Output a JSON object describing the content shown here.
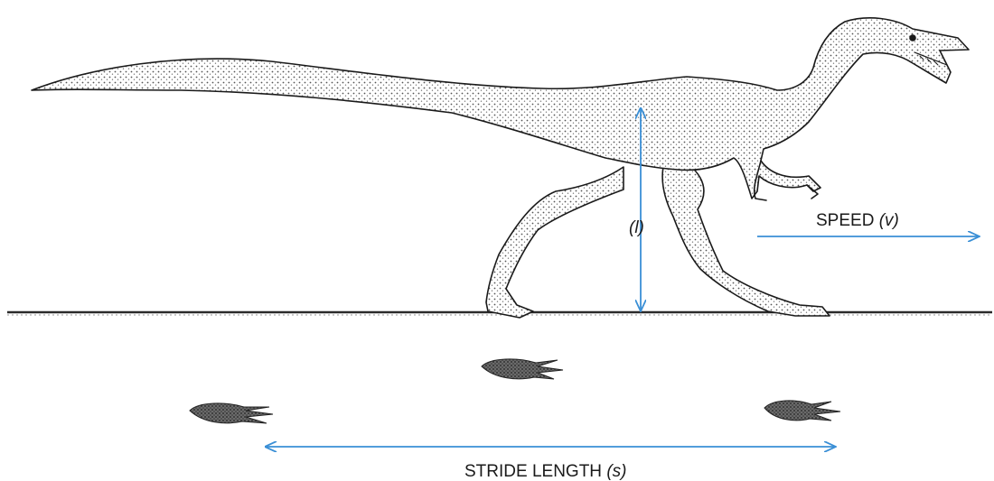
{
  "labels": {
    "leg_length": "(l)",
    "speed_text": "SPEED ",
    "speed_symbol": "(v)",
    "stride_text": "STRIDE LENGTH ",
    "stride_symbol": "(s)"
  },
  "colors": {
    "arrow": "#3a8fd6",
    "ink": "#1a1a1a",
    "ground": "#2a2a2a"
  },
  "icons": {
    "animal": "theropod-dinosaur-illustration",
    "footprint": "three-toed-footprint"
  }
}
